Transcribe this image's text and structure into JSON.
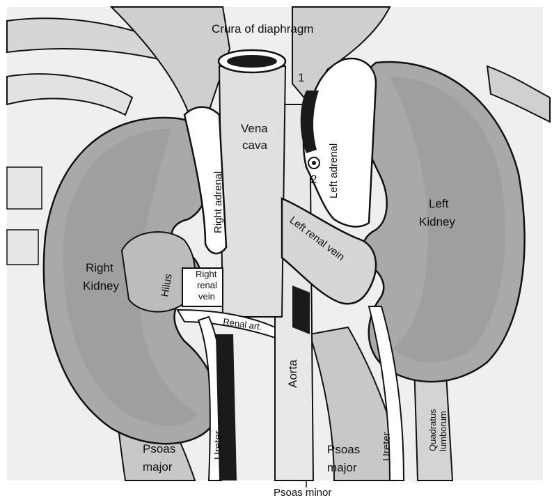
{
  "labels": {
    "crura": "Crura of diaphragm",
    "num1": "1",
    "num2": "2",
    "vena_cava_1": "Vena",
    "vena_cava_2": "cava",
    "left_adrenal": "Left adrenal",
    "right_adrenal": "Right adrenal",
    "left_kidney_1": "Left",
    "left_kidney_2": "Kidney",
    "right_kidney_1": "Right",
    "right_kidney_2": "Kidney",
    "hilus": "Hilus",
    "right_renal_vein_1": "Right",
    "right_renal_vein_2": "renal",
    "right_renal_vein_3": "vein",
    "left_renal_vein": "Left renal vein",
    "renal_art": "Renal art.",
    "aorta": "Aorta",
    "ureter_right": "Ureter",
    "ureter_left": "Ureter",
    "psoas_major_right_1": "Psoas",
    "psoas_major_right_2": "major",
    "psoas_major_left_1": "Psoas",
    "psoas_major_left_2": "major",
    "quadratus_1": "Quadratus",
    "quadratus_2": "lumborum",
    "psoas_minor": "Psoas minor"
  },
  "colors": {
    "background": "#ffffff",
    "outline": "#111111",
    "light_gray": "#d9d9d9",
    "mid_gray": "#bdbdbd",
    "dark_gray": "#8f8f8f",
    "kidney": "#a9a9a9",
    "black": "#1a1a1a"
  }
}
